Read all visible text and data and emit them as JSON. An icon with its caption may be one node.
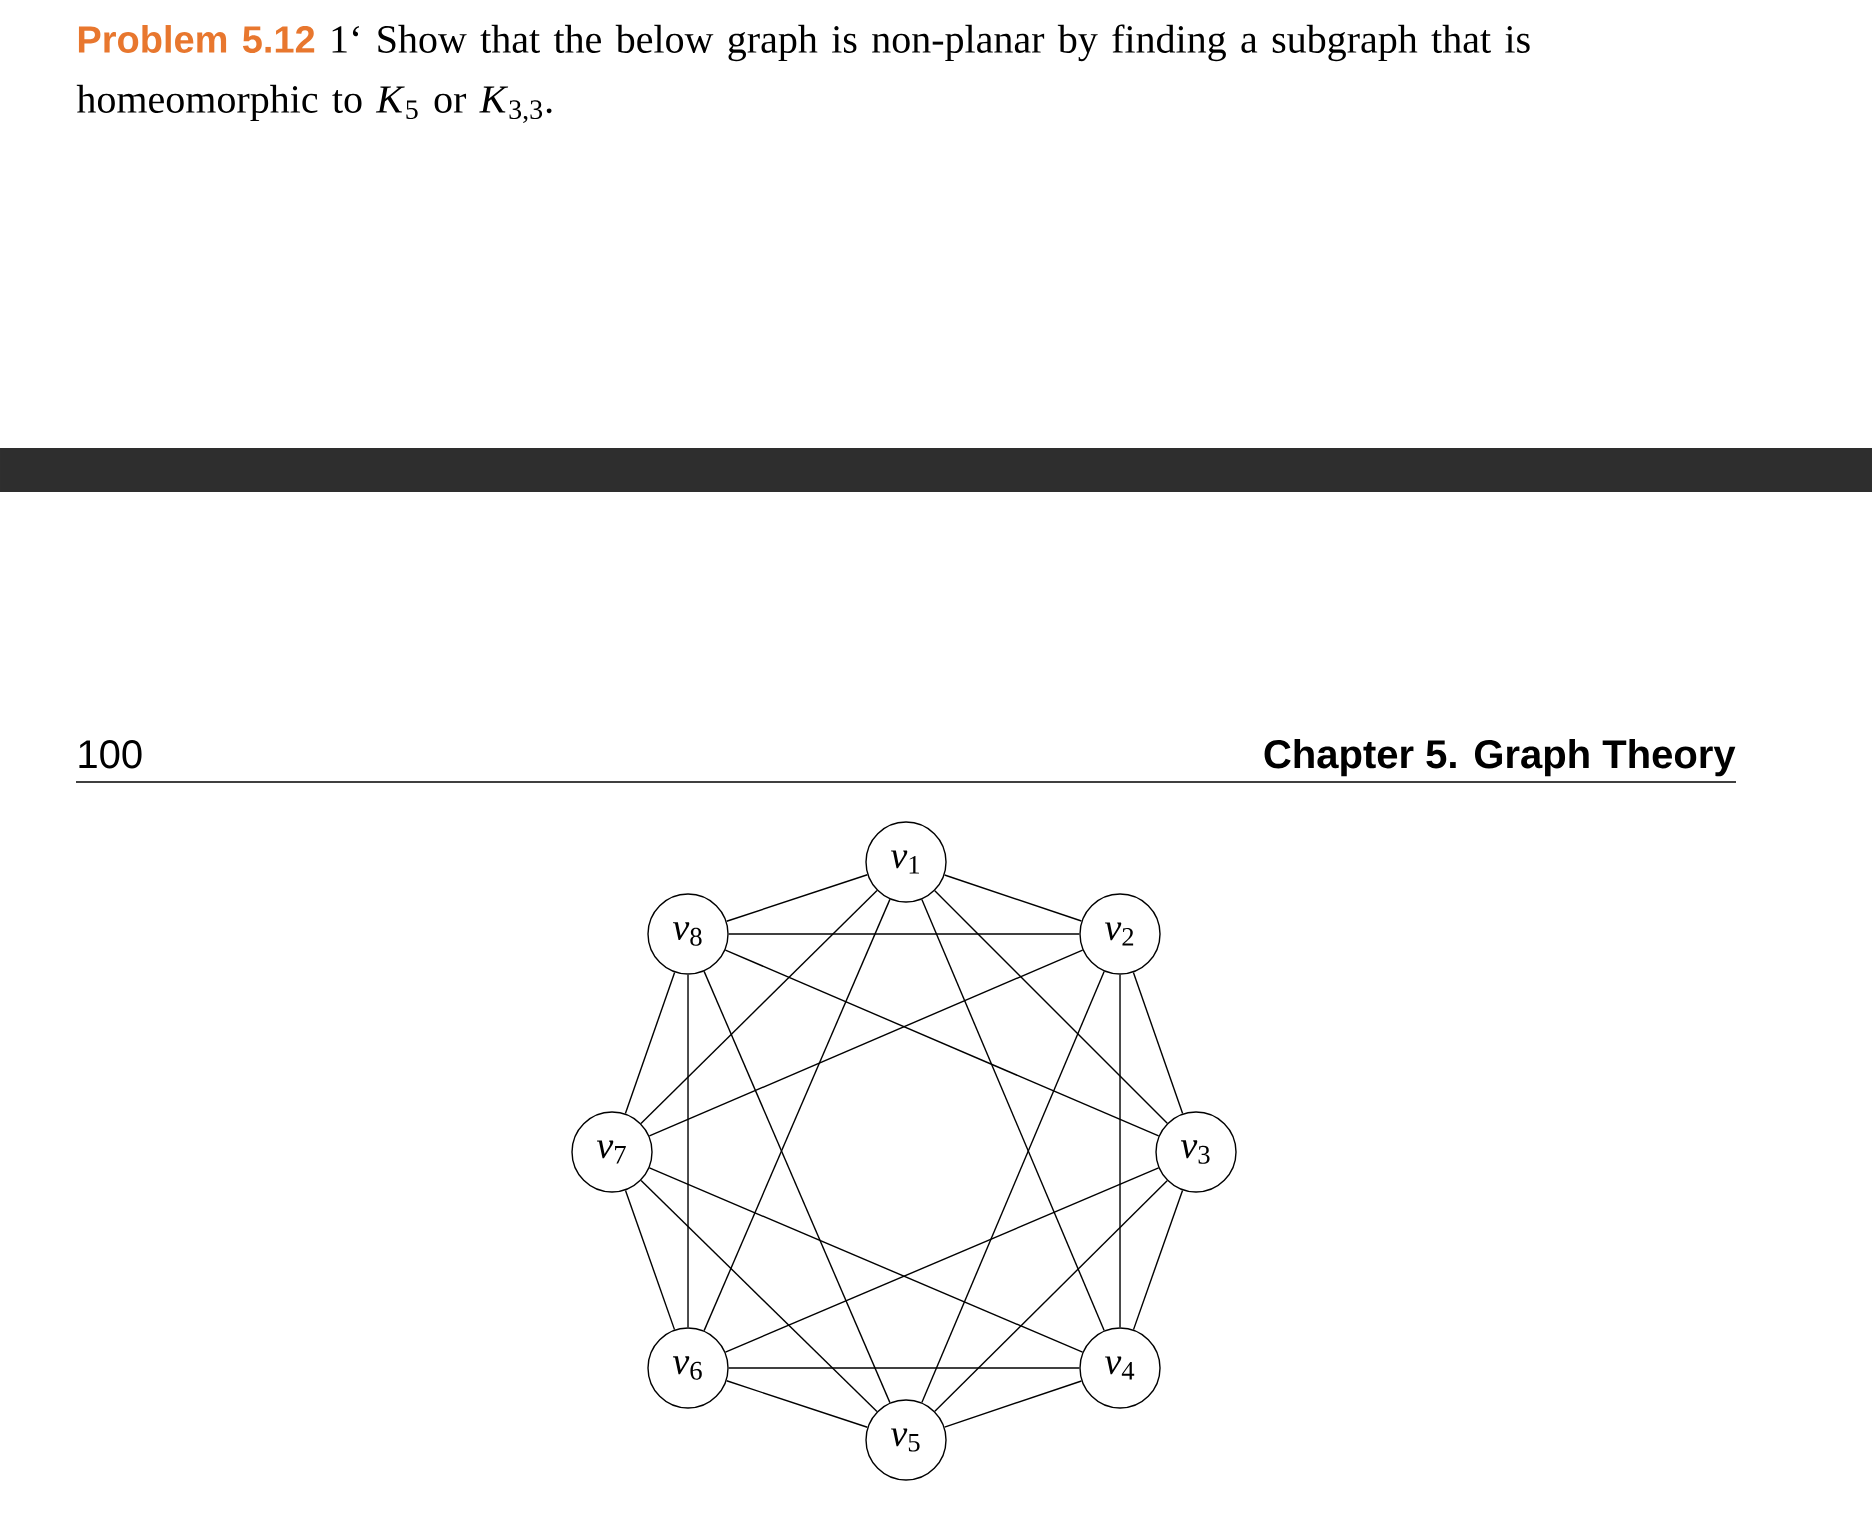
{
  "diagram": {
    "nodes": [
      {
        "text": [
          "*v*$_{1}$"
        ]
      },
      {
        "text": [
          "*v*$_{2}$"
        ]
      },
      {
        "text": [
          "*v*$_{3}$"
        ]
      },
      {
        "text": [
          "*v*$_{4}$"
        ]
      },
      {
        "text": [
          "*v*$_{5}$"
        ]
      },
      {
        "text": [
          "*v*$_{6}$"
        ]
      },
      {
        "text": [
          "*v*$_{7}$"
        ]
      },
      {
        "text": [
          "*v*$_{8}$"
        ]
      }
    ],
    "edges": [
      {
        "from": 0,
        "to": 7,
        "arrow": "none"
      },
      {
        "from": 0,
        "to": 1,
        "arrow": "none"
      },
      {
        "from": 0,
        "to": 6,
        "arrow": "none"
      },
      {
        "from": 0,
        "to": 5,
        "arrow": "none"
      },
      {
        "from": 0,
        "to": 2,
        "arrow": "none"
      },
      {
        "from": 0,
        "to": 3,
        "arrow": "none"
      },
      {
        "from": 1,
        "to": 7,
        "arrow": "none"
      },
      {
        "from": 1,
        "to": 6,
        "arrow": "none"
      },
      {
        "from": 1,
        "to": 4,
        "arrow": "none"
      },
      {
        "from": 1,
        "to": 3,
        "arrow": "none"
      },
      {
        "from": 1,
        "to": 2,
        "arrow": "none"
      },
      {
        "from": 2,
        "to": 7,
        "arrow": "none"
      },
      {
        "from": 2,
        "to": 5,
        "arrow": "none"
      },
      {
        "from": 2,
        "to": 4,
        "arrow": "none"
      },
      {
        "from": 2,
        "to": 3,
        "arrow": "none"
      },
      {
        "from": 3,
        "to": 6,
        "arrow": "none"
      },
      {
        "from": 3,
        "to": 5,
        "arrow": "none"
      },
      {
        "from": 3,
        "to": 4,
        "arrow": "none"
      },
      {
        "from": 4,
        "to": 5,
        "arrow": "none"
      },
      {
        "from": 4,
        "to": 7,
        "arrow": "none"
      },
      {
        "from": 4,
        "to": 6,
        "arrow": "none"
      },
      {
        "from": 5,
        "to": 7,
        "arrow": "none"
      },
      {
        "from": 5,
        "to": 6,
        "arrow": "none"
      },
      {
        "from": 6,
        "to": 7,
        "arrow": "none"
      }
    ],
    "labels": [
      "Problem 5.12",
      "1‘ Show that the below graph is non-planar by finding a subgraph that is homeomorphic to *K*$_{5}$ or *K*$_{3,3}$.",
      "100",
      "Chapter 5. Graph Theory"
    ]
  }
}
